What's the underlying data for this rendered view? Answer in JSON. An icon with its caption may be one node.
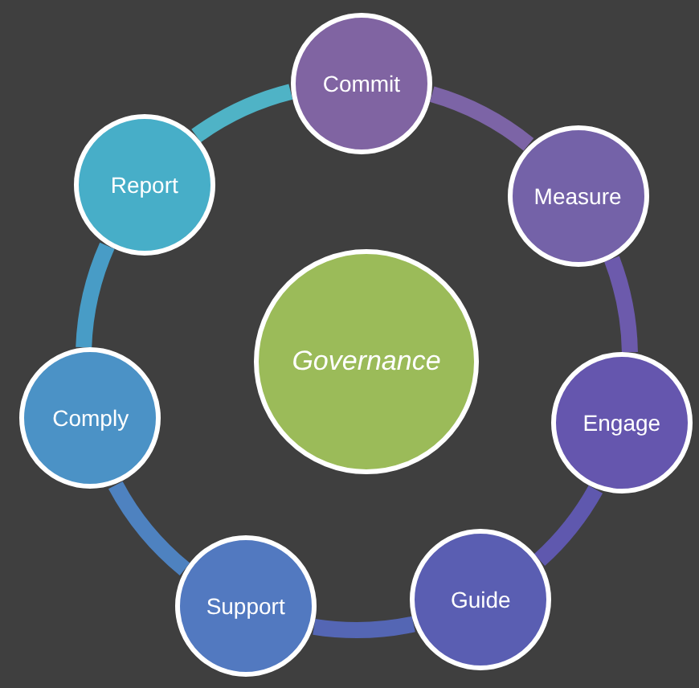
{
  "diagram": {
    "nodes": [
      {
        "text": [
          "Governance"
        ]
      },
      {
        "text": [
          "Commit"
        ]
      },
      {
        "text": [
          "Measure"
        ]
      },
      {
        "text": [
          "Engage"
        ]
      },
      {
        "text": [
          "Guide"
        ]
      },
      {
        "text": [
          "Support"
        ]
      },
      {
        "text": [
          "Comply"
        ]
      },
      {
        "text": [
          "Report"
        ]
      }
    ],
    "edges": [
      {
        "from": 1,
        "to": 2,
        "arrow": "none",
        "color": "#7c64a6"
      },
      {
        "from": 2,
        "to": 3,
        "arrow": "none",
        "color": "#6c5aac"
      },
      {
        "from": 3,
        "to": 4,
        "arrow": "none",
        "color": "#5f58ae"
      },
      {
        "from": 4,
        "to": 5,
        "arrow": "none",
        "color": "#5466b4"
      },
      {
        "from": 5,
        "to": 6,
        "arrow": "none",
        "color": "#4e82c0"
      },
      {
        "from": 6,
        "to": 7,
        "arrow": "none",
        "color": "#489cc6"
      },
      {
        "from": 7,
        "to": 1,
        "arrow": "none",
        "color": "#4fb3c6"
      }
    ]
  }
}
